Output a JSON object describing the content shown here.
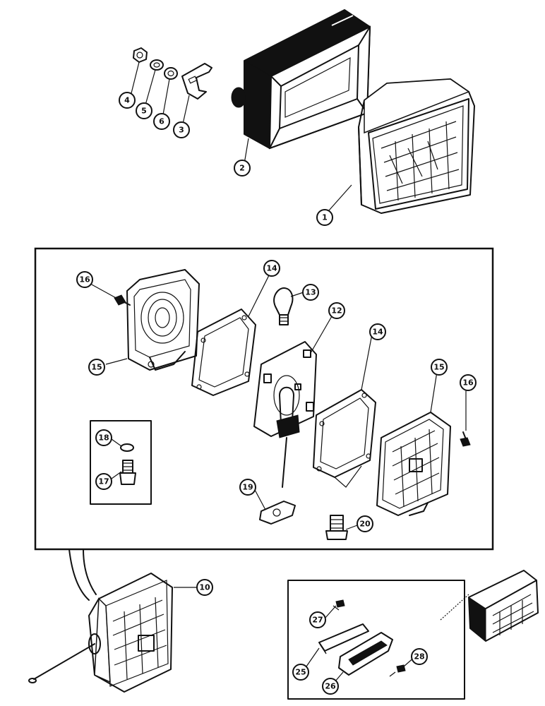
{
  "diagram": {
    "callouts": [
      {
        "id": "c1",
        "label": "1"
      },
      {
        "id": "c2",
        "label": "2"
      },
      {
        "id": "c3",
        "label": "3"
      },
      {
        "id": "c4",
        "label": "4"
      },
      {
        "id": "c5",
        "label": "5"
      },
      {
        "id": "c6",
        "label": "6"
      },
      {
        "id": "c10",
        "label": "10"
      },
      {
        "id": "c12",
        "label": "12"
      },
      {
        "id": "c13",
        "label": "13"
      },
      {
        "id": "c14a",
        "label": "14"
      },
      {
        "id": "c14b",
        "label": "14"
      },
      {
        "id": "c15a",
        "label": "15"
      },
      {
        "id": "c15b",
        "label": "15"
      },
      {
        "id": "c16a",
        "label": "16"
      },
      {
        "id": "c16b",
        "label": "16"
      },
      {
        "id": "c17",
        "label": "17"
      },
      {
        "id": "c18",
        "label": "18"
      },
      {
        "id": "c19",
        "label": "19"
      },
      {
        "id": "c20",
        "label": "20"
      },
      {
        "id": "c25",
        "label": "25"
      },
      {
        "id": "c26",
        "label": "26"
      },
      {
        "id": "c27",
        "label": "27"
      },
      {
        "id": "c28",
        "label": "28"
      }
    ]
  }
}
